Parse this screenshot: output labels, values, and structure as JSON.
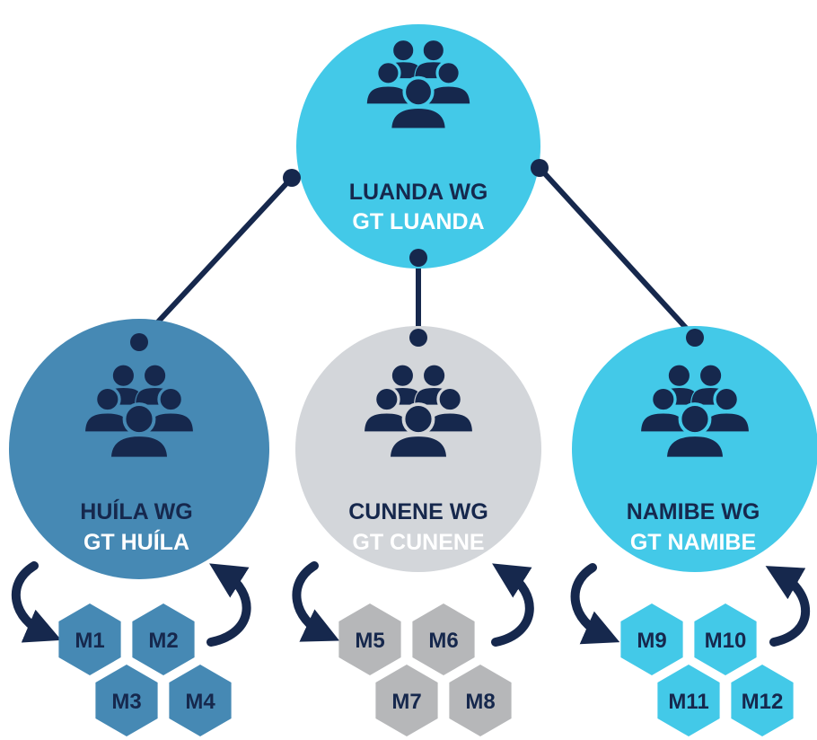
{
  "colors": {
    "navy": "#16284d",
    "cyan": "#43c9e8",
    "steel_blue": "#4689b4",
    "light_gray": "#d3d6da",
    "mid_gray": "#b6b7b9",
    "white": "#ffffff"
  },
  "icons": {
    "group": "people-group-icon",
    "cycle_arrow": "curved-cycle-arrow-icon"
  },
  "nodes": {
    "luanda": {
      "line1": "LUANDA WG",
      "line2": "GT LUANDA"
    },
    "huila": {
      "line1": "HUÍLA WG",
      "line2": "GT HUÍLA"
    },
    "cunene": {
      "line1": "CUNENE  WG",
      "line2": "GT CUNENE"
    },
    "namibe": {
      "line1": "NAMIBE WG",
      "line2": "GT NAMIBE"
    }
  },
  "modules": {
    "huila": [
      "M1",
      "M2",
      "M3",
      "M4"
    ],
    "cunene": [
      "M5",
      "M6",
      "M7",
      "M8"
    ],
    "namibe": [
      "M9",
      "M10",
      "M11",
      "M12"
    ]
  }
}
